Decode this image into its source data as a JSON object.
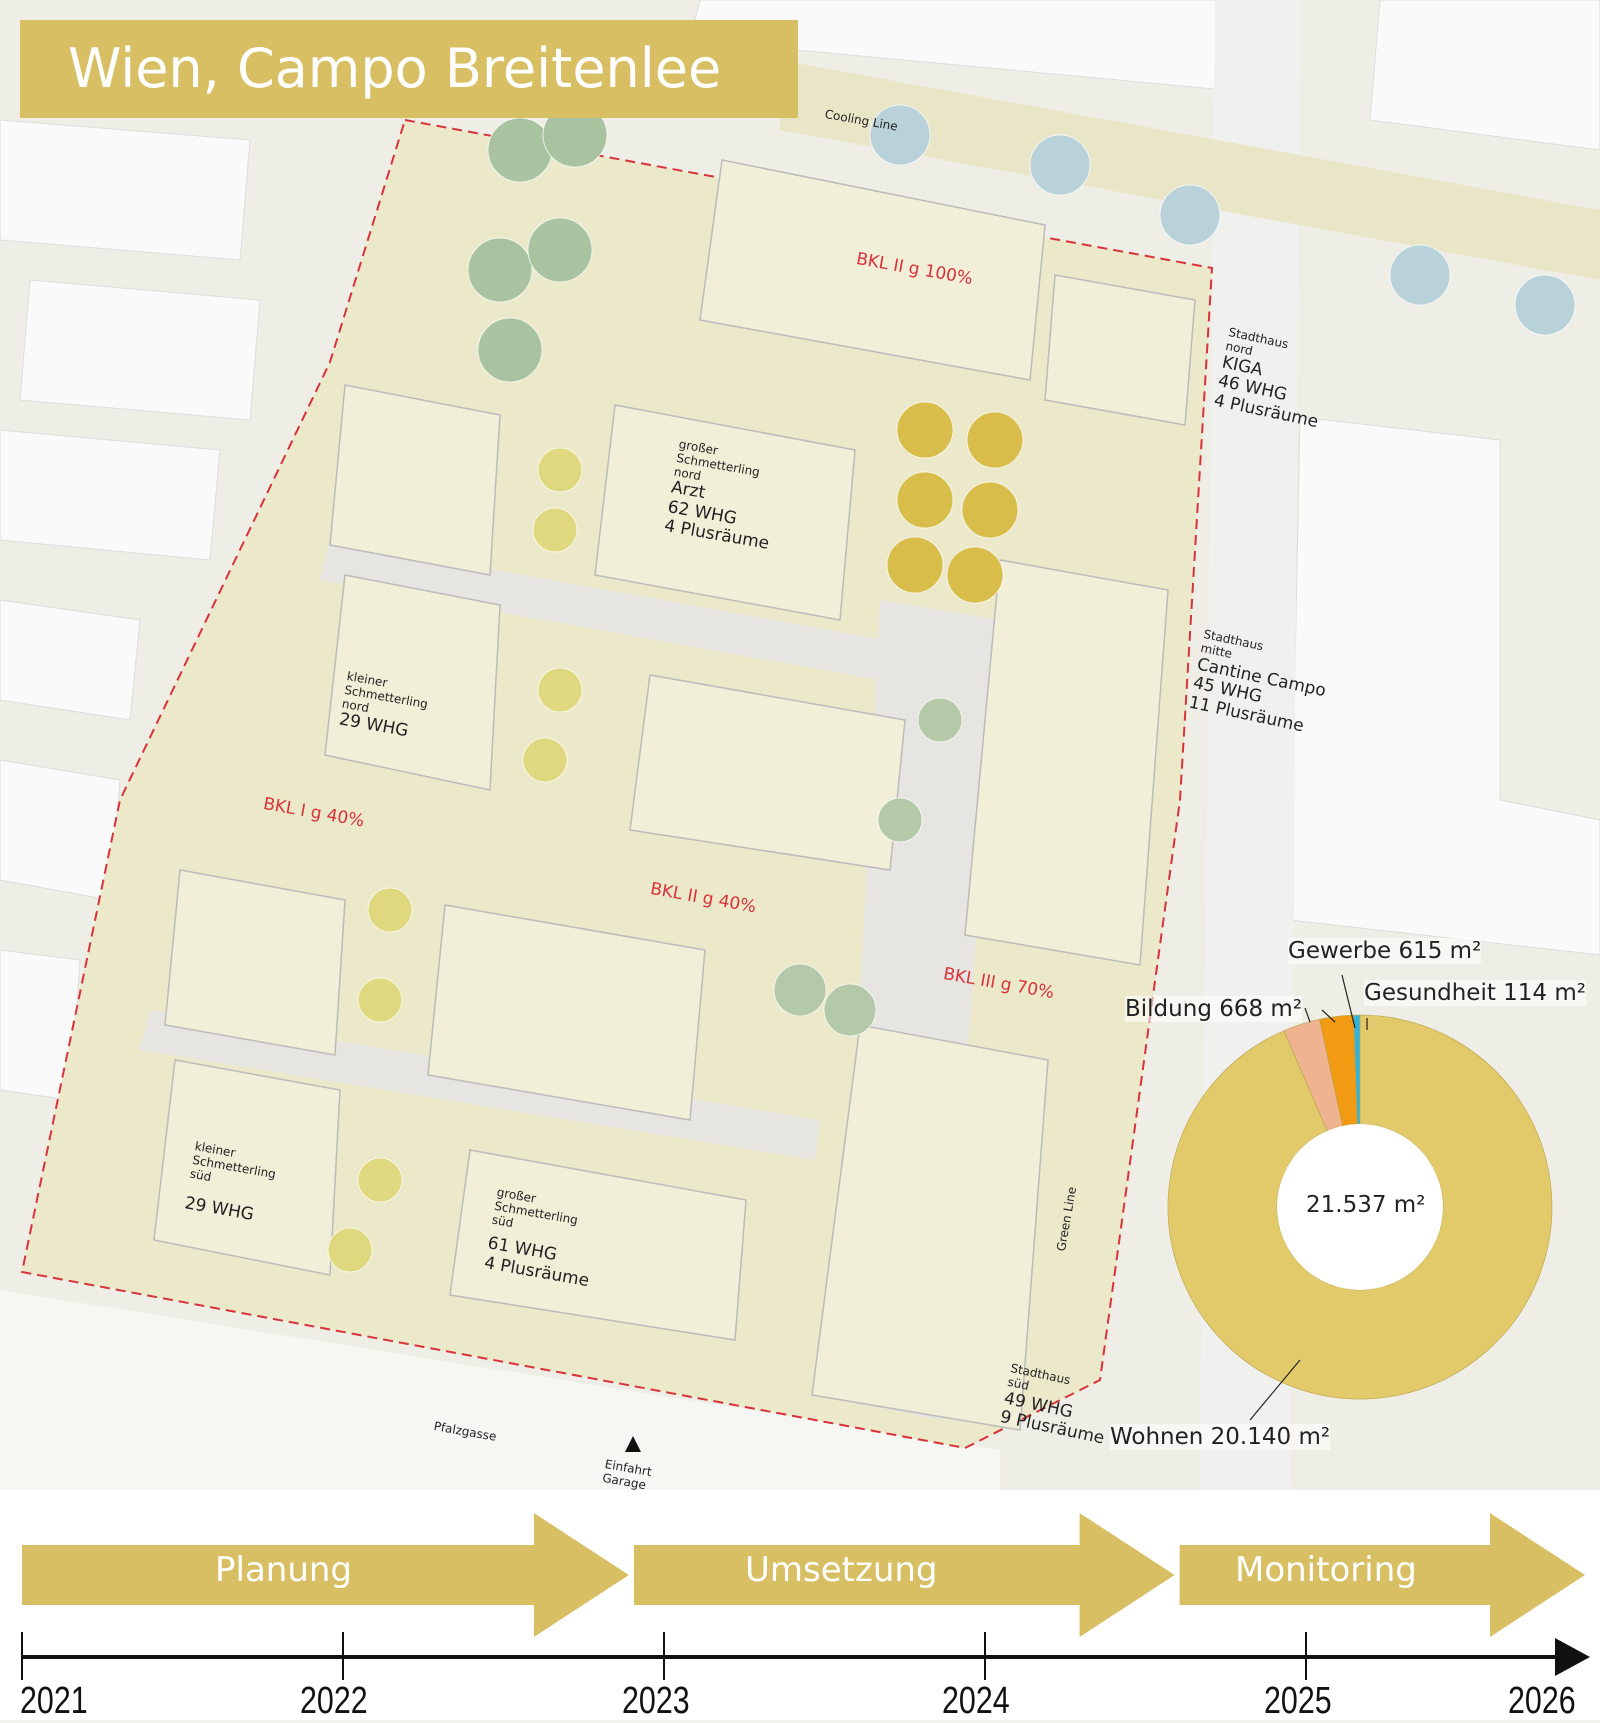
{
  "title": "Wien, Campo Breitenlee",
  "map": {
    "streets": {
      "cooling_line": "Cooling Line",
      "green_line": "Green Line",
      "pfalzgasse": "Pfalzgasse",
      "einfahrt": "Einfahrt",
      "garage": "Garage"
    },
    "zones": {
      "bkl_ii_100": "BKL II g 100%",
      "bkl_i_40": "BKL I g 40%",
      "bkl_ii_40": "BKL II g 40%",
      "bkl_iii_70": "BKL III g 70%"
    },
    "buildings": {
      "stadthaus_nord": {
        "name1": "Stadthaus",
        "name2": "nord",
        "l1": "KIGA",
        "l2": "46 WHG",
        "l3": "4 Plusräume"
      },
      "stadthaus_mitte": {
        "name1": "Stadthaus",
        "name2": "mitte",
        "l1": "Cantine Campo",
        "l2": "45 WHG",
        "l3": "11 Plusräume"
      },
      "stadthaus_sued": {
        "name1": "Stadthaus",
        "name2": "süd",
        "l2": "49 WHG",
        "l3": "9 Plusräume"
      },
      "gross_nord": {
        "name1": "großer",
        "name2": "Schmetterling",
        "name3": "nord",
        "l1": "Arzt",
        "l2": "62 WHG",
        "l3": "4 Plusräume"
      },
      "klein_nord": {
        "name1": "kleiner",
        "name2": "Schmetterling",
        "name3": "nord",
        "l2": "29 WHG"
      },
      "klein_sued": {
        "name1": "kleiner",
        "name2": "Schmetterling",
        "name3": "süd",
        "l2": "29 WHG"
      },
      "gross_sued": {
        "name1": "großer",
        "name2": "Schmetterling",
        "name3": "süd",
        "l2": "61 WHG",
        "l3": "4 Plusräume"
      }
    }
  },
  "chart_data": {
    "type": "pie",
    "donut": true,
    "total_label": "21.537 m²",
    "total": 21537,
    "unit": "m²",
    "slices": [
      {
        "name": "Wohnen",
        "value": 20140,
        "label": "Wohnen 20.140 m²",
        "color": "#e2c96a"
      },
      {
        "name": "Bildung",
        "value": 668,
        "label": "Bildung 668 m²",
        "color": "#efb48f"
      },
      {
        "name": "Gewerbe",
        "value": 615,
        "label": "Gewerbe 615 m²",
        "color": "#f29a12"
      },
      {
        "name": "Gesundheit",
        "value": 114,
        "label": "Gesundheit 114 m²",
        "color": "#2fb4e0"
      }
    ]
  },
  "timeline": {
    "phases": [
      {
        "label": "Planung",
        "start": 2021,
        "end": 2022.9
      },
      {
        "label": "Umsetzung",
        "start": 2022.9,
        "end": 2024.6
      },
      {
        "label": "Monitoring",
        "start": 2024.6,
        "end": 2026
      }
    ],
    "years": [
      "2021",
      "2022",
      "2023",
      "2024",
      "2025",
      "2026"
    ]
  },
  "colors": {
    "accent": "#d8bf63",
    "zone_red": "#d8323a"
  }
}
